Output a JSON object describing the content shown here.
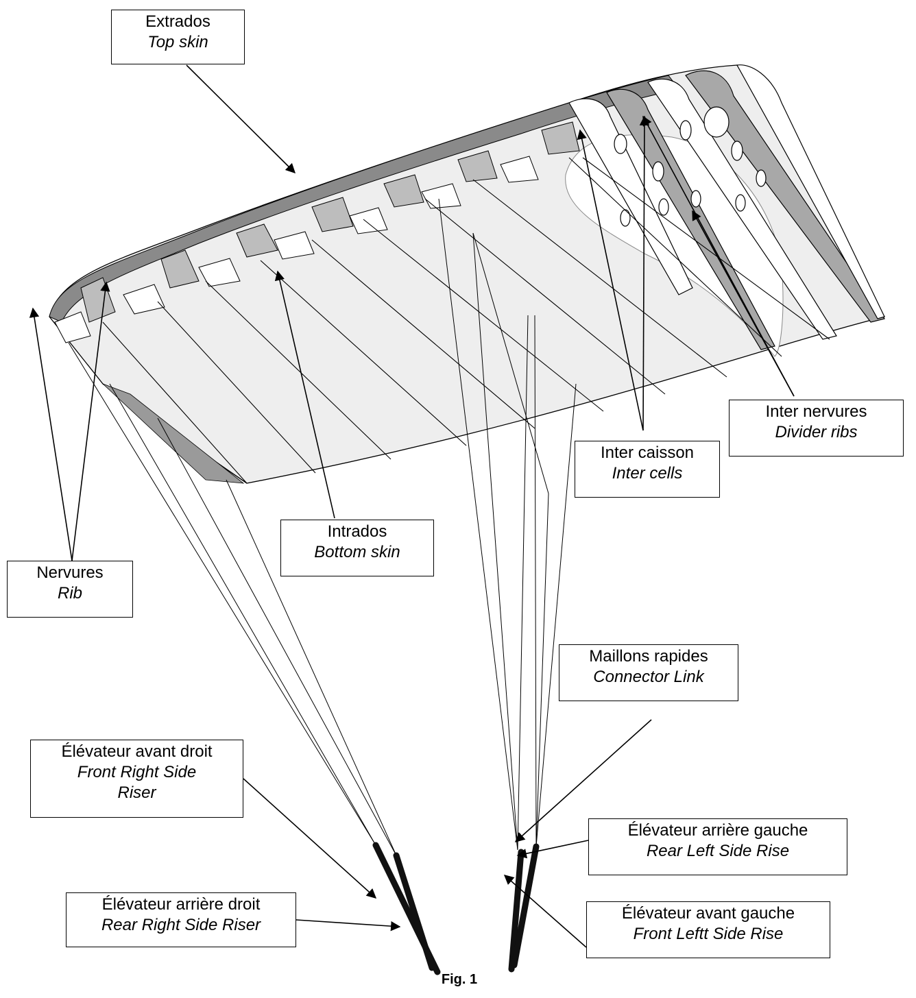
{
  "labels": {
    "extrados": {
      "fr": "Extrados",
      "en": "Top skin"
    },
    "inter_nervures": {
      "fr": "Inter nervures",
      "en": "Divider ribs"
    },
    "inter_caisson": {
      "fr": "Inter caisson",
      "en": "Inter cells"
    },
    "nervures": {
      "fr": "Nervures",
      "en": "Rib"
    },
    "intrados": {
      "fr": "Intrados",
      "en": "Bottom skin"
    },
    "maillons": {
      "fr": "Maillons rapides",
      "en": "Connector  Link"
    },
    "elev_avant_droit": {
      "fr": "Élévateur avant droit",
      "en": "Front Right Side Riser"
    },
    "elev_arriere_gauche": {
      "fr": "Élévateur arrière gauche",
      "en": "Rear Left Side Rise"
    },
    "elev_arriere_droit": {
      "fr": "Élévateur arrière droit",
      "en": "Rear Right Side Riser"
    },
    "elev_avant_gauche": {
      "fr": "Élévateur avant gauche",
      "en": "Front Leftt Side Rise"
    }
  },
  "caption": "Fig. 1"
}
